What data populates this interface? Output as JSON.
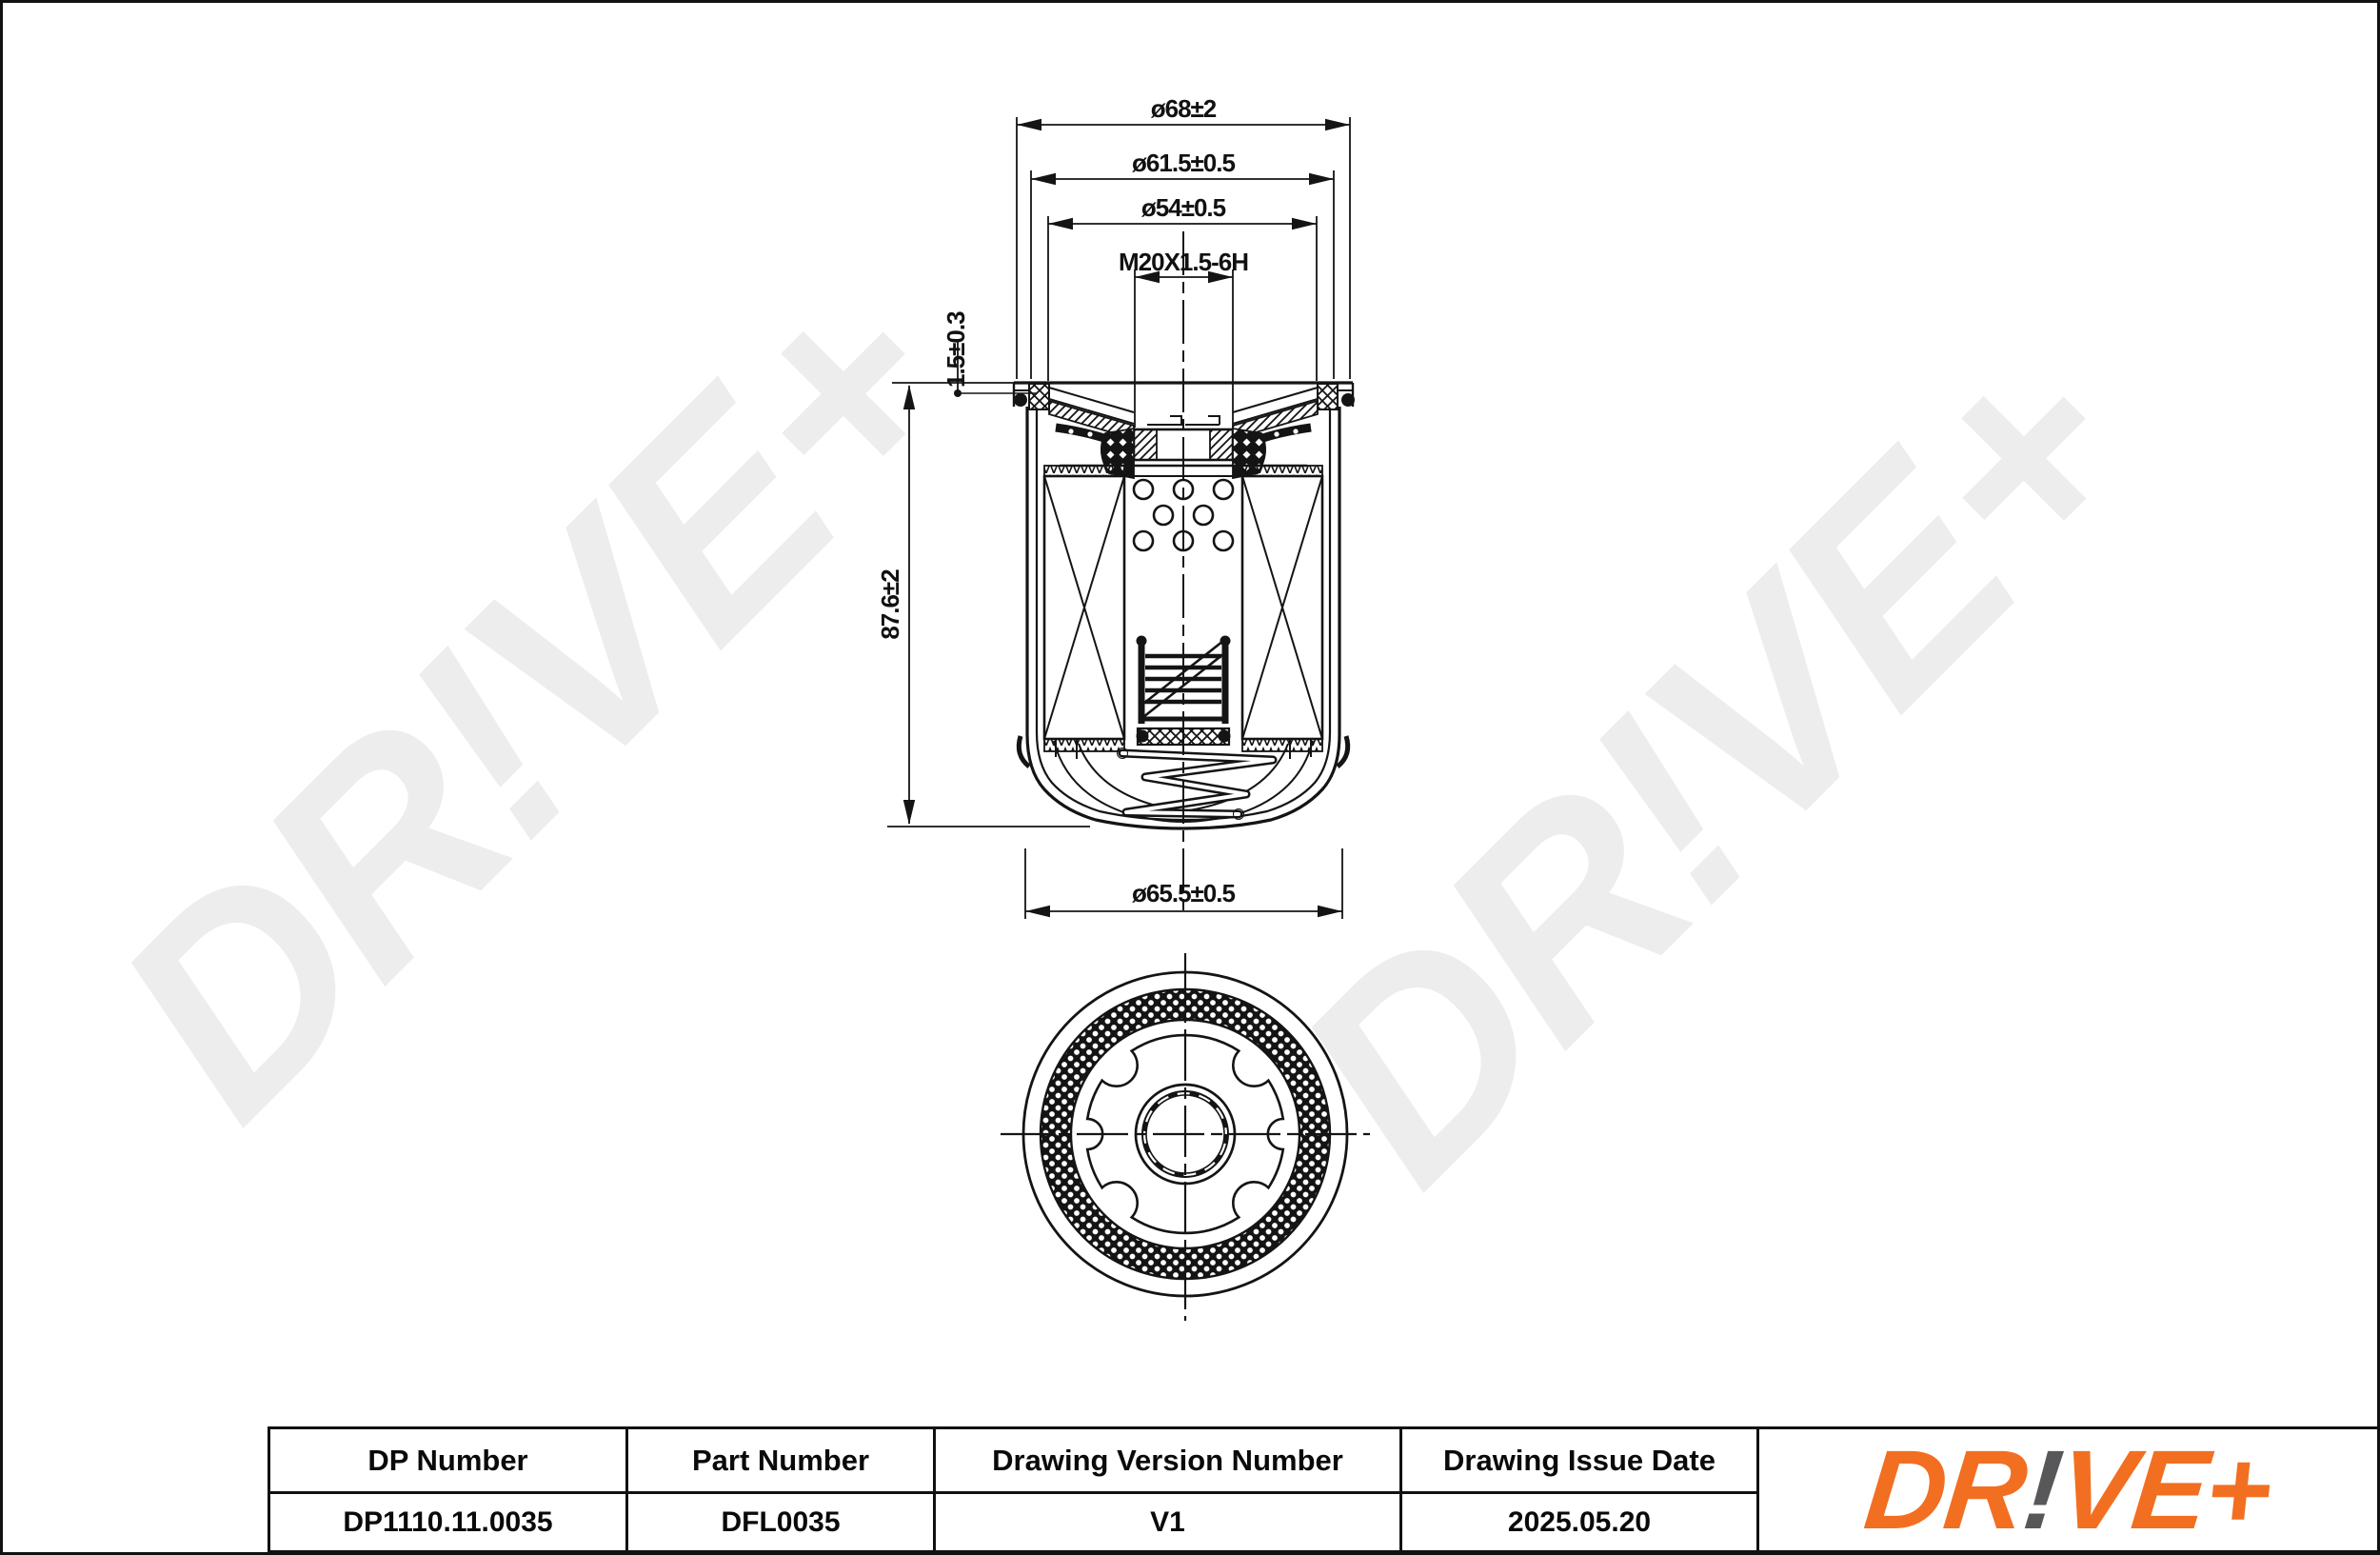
{
  "page": {
    "background": "#ffffff",
    "border_color": "#111111"
  },
  "watermark": {
    "text": "DR!VE+",
    "color": "#ededed"
  },
  "dimensions": {
    "outer_diameter": "ø68±2",
    "seam_diameter": "ø61.5±0.5",
    "gasket_diameter": "ø54±0.5",
    "thread_spec": "M20X1.5-6H",
    "lip_height": "1.5±0.3",
    "body_height": "87.6±2",
    "base_diameter": "ø65.5±0.5"
  },
  "table": {
    "headers": [
      "DP Number",
      "Part Number",
      "Drawing Version Number",
      "Drawing Issue Date"
    ],
    "values": [
      "DP1110.11.0035",
      "DFL0035",
      "V1",
      "2025.05.20"
    ]
  },
  "logo": {
    "prefix": "DR",
    "exclamation": "!",
    "suffix": "VE+",
    "orange": "#F26F21",
    "dark_gray": "#58585A"
  }
}
